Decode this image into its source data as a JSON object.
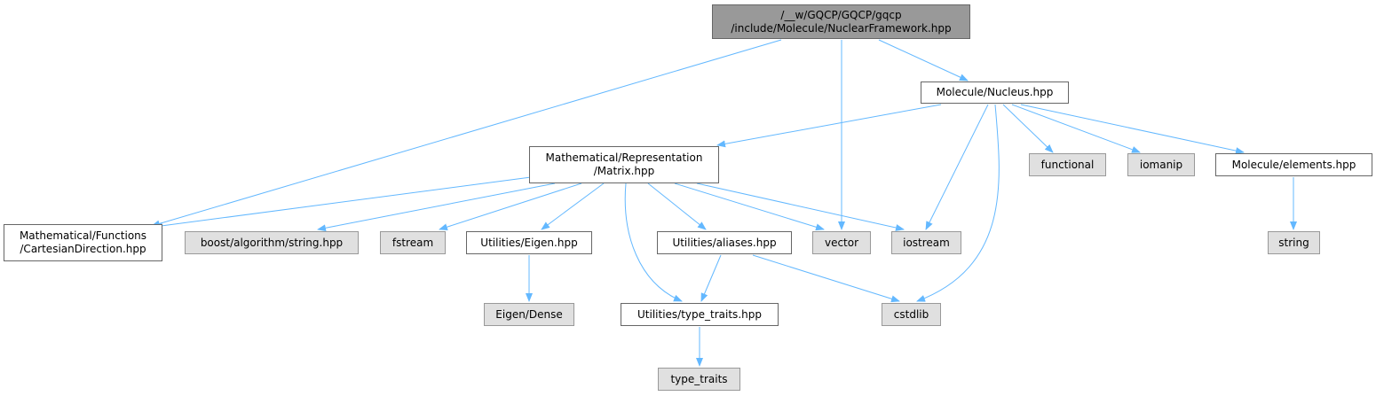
{
  "colors": {
    "edge": "#63b8ff",
    "root_fill": "#999999",
    "system_fill": "#e0e0e0",
    "node_fill": "#ffffff"
  },
  "nodes": {
    "root": {
      "line1": "/__w/GQCP/GQCP/gqcp",
      "line2": "/include/Molecule/NuclearFramework.hpp"
    },
    "nucleus": {
      "line1": "Molecule/Nucleus.hpp"
    },
    "matrix": {
      "line1": "Mathematical/Representation",
      "line2": "/Matrix.hpp"
    },
    "functional": {
      "line1": "functional"
    },
    "iomanip": {
      "line1": "iomanip"
    },
    "elements": {
      "line1": "Molecule/elements.hpp"
    },
    "cartesian": {
      "line1": "Mathematical/Functions",
      "line2": "/CartesianDirection.hpp"
    },
    "boost_string": {
      "line1": "boost/algorithm/string.hpp"
    },
    "fstream": {
      "line1": "fstream"
    },
    "eigen": {
      "line1": "Utilities/Eigen.hpp"
    },
    "aliases": {
      "line1": "Utilities/aliases.hpp"
    },
    "vector": {
      "line1": "vector"
    },
    "iostream": {
      "line1": "iostream"
    },
    "string": {
      "line1": "string"
    },
    "eigen_dense": {
      "line1": "Eigen/Dense"
    },
    "type_traits_hpp": {
      "line1": "Utilities/type_traits.hpp"
    },
    "cstdlib": {
      "line1": "cstdlib"
    },
    "type_traits": {
      "line1": "type_traits"
    }
  }
}
